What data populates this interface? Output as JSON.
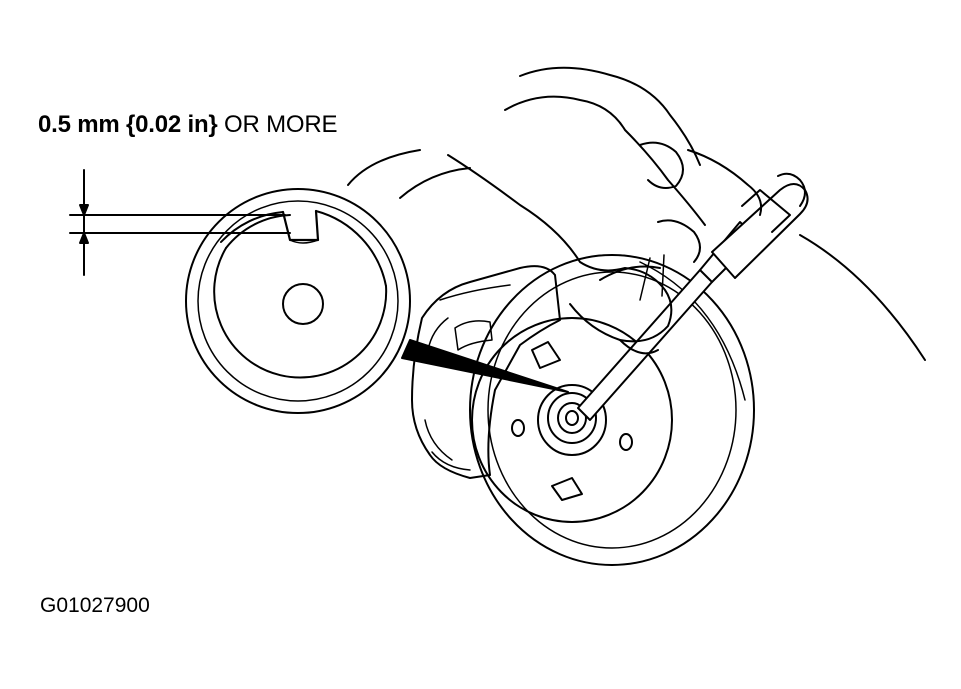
{
  "annotation": {
    "measurement_bold": "0.5 mm {0.02 in}",
    "measurement_suffix": " OR MORE"
  },
  "figure_id": "G01027900",
  "illustration": {
    "subject": "hammer-and-punch-staking-lock-nut-on-wheel-hub",
    "line_color": "#000000",
    "background": "#ffffff"
  }
}
